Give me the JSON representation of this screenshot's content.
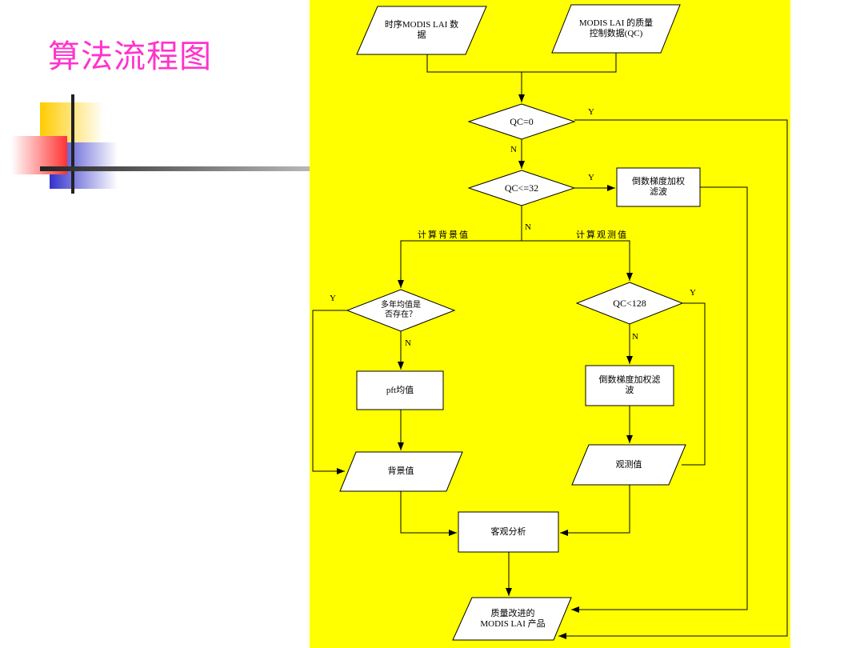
{
  "slide": {
    "title": "算法流程图"
  },
  "diagram": {
    "nodes": {
      "input_lai": "时序MODIS LAI 数\n据",
      "input_qc": "MODIS LAI 的质量\n控制数据(QC)",
      "decision_qc0": "QC=0",
      "decision_qc32": "QC<=32",
      "filter_top": "倒数梯度加权\n滤波",
      "decision_multiyear": "多年均值是\n否存在？",
      "decision_qc128": "QC<128",
      "pft_mean": "pft均值",
      "filter_right": "倒数梯度加权滤\n波",
      "background_value": "背景值",
      "observed_value": "观测值",
      "objective_analysis": "客观分析",
      "output": "质量改进的\nMODIS LAI 产品"
    },
    "edge_labels": {
      "compute_background": "计算背景值",
      "compute_observed": "计算观测值",
      "qc0_yes": "Y",
      "qc0_no": "N",
      "qc32_yes": "Y",
      "qc32_no": "N",
      "multiyear_yes": "Y",
      "multiyear_no": "N",
      "qc128_yes": "Y",
      "qc128_no": "N"
    }
  }
}
